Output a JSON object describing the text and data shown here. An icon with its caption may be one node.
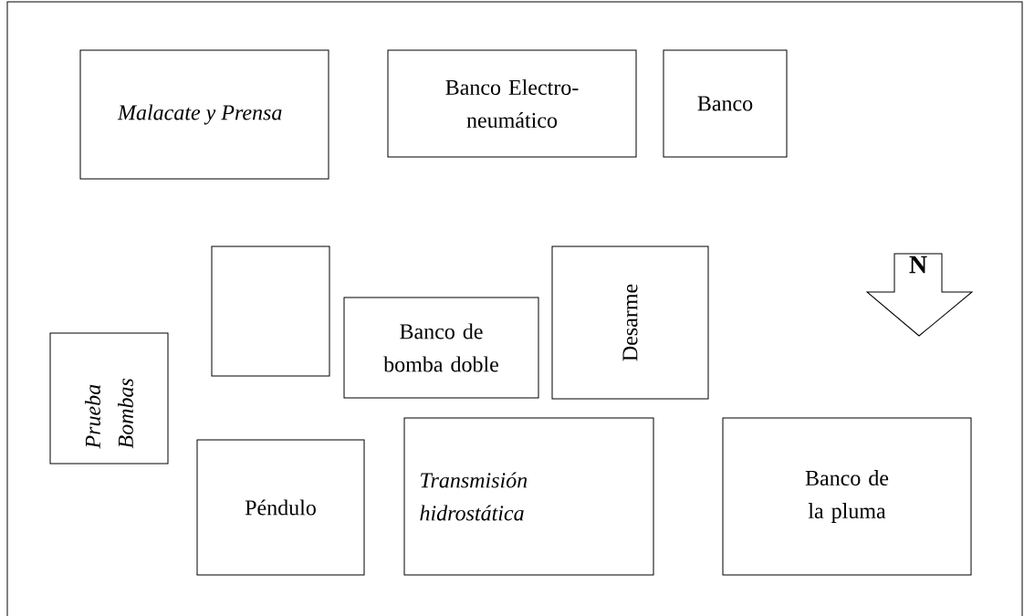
{
  "diagram": {
    "nodes": [
      {
        "text": [
          "Malacate y Prensa"
        ]
      },
      {
        "text": [
          "Banco Electro-neumático"
        ]
      },
      {
        "text": [
          "Banco"
        ]
      },
      {
        "text": [],
        "shape": "box"
      },
      {
        "text": [
          "Banco de bomba doble"
        ]
      },
      {
        "text": [
          "Desarme"
        ]
      },
      {
        "text": [
          "Prueba Bombas"
        ]
      },
      {
        "text": [
          "Péndulo"
        ]
      },
      {
        "text": [
          "Transmisión hidrostática"
        ]
      },
      {
        "text": [
          "Banco de la pluma"
        ]
      }
    ],
    "edges": [],
    "labels": [
      "N"
    ]
  }
}
